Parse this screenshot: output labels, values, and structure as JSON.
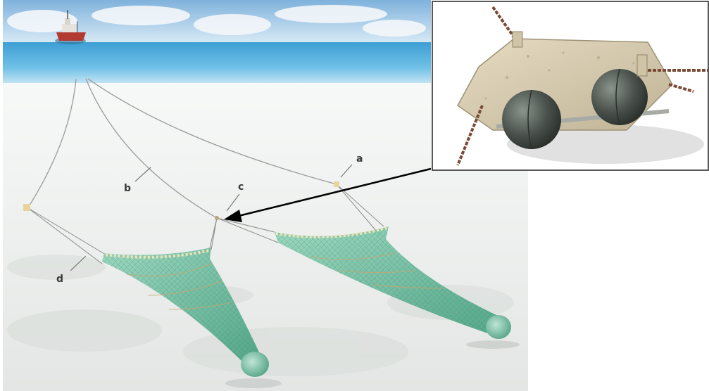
{
  "labels": {
    "a": "a",
    "b": "b",
    "c": "c",
    "d": "d"
  },
  "colors": {
    "sky": "#9cc8e8",
    "sea": "#4aa6d6",
    "seabed": "#f1f3f1",
    "net": "#5fb897",
    "net_dark": "#2f8a6b",
    "float": "#efe3b8",
    "chain": "#7a4a36",
    "plate": "#d8ceb3",
    "ball": "#4b524d",
    "arrow": "#000000"
  }
}
